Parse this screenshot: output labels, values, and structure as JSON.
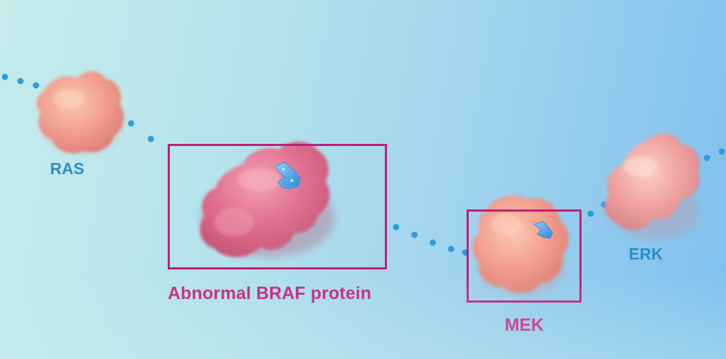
{
  "labels": {
    "ras": "RAS",
    "braf": "Abnormal BRAF protein",
    "mek": "MEK",
    "erk": "ERK"
  },
  "colors": {
    "pathway_dots": "#2a9fde",
    "protein_label_blue": "#2a8fc9",
    "highlight_magenta": "#c21d74",
    "protein_peach": "#f2a08f",
    "protein_pink": "#e0708f",
    "inhibitor_blue": "#4aa6e6"
  }
}
